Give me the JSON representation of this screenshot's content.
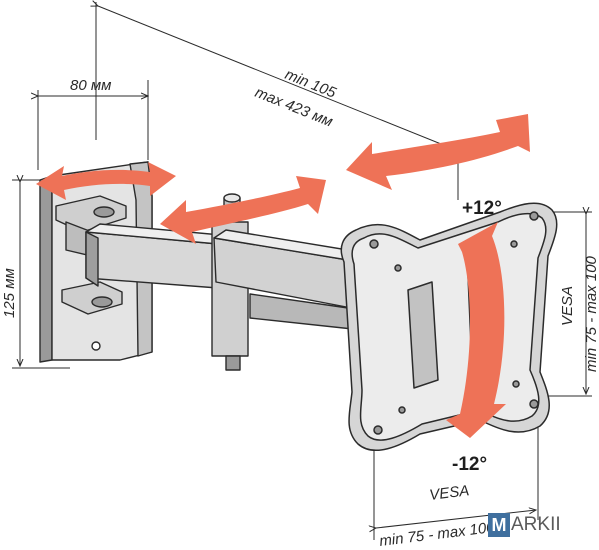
{
  "dimensions": {
    "width_label": "80 мм",
    "reach_min": "min 105",
    "reach_max": "max 423 мм",
    "height_label": "125 мм",
    "vesa_right_title": "VESA",
    "vesa_right_range": "min 75 - max 100",
    "vesa_bottom_title": "VESA",
    "vesa_bottom_range": "min 75 - max 100"
  },
  "tilt": {
    "up": "+12°",
    "down": "-12°"
  },
  "brand": {
    "initial": "M",
    "rest": "ARKII"
  },
  "colors": {
    "arrow": "#ee7257",
    "line": "#2b2b2b",
    "metal_light": "#d9d9d9",
    "metal_mid": "#bdbdbd",
    "metal_dark": "#8e8e8e"
  },
  "icons": [
    "swivel-arrow-icon",
    "tilt-arrow-icon"
  ]
}
